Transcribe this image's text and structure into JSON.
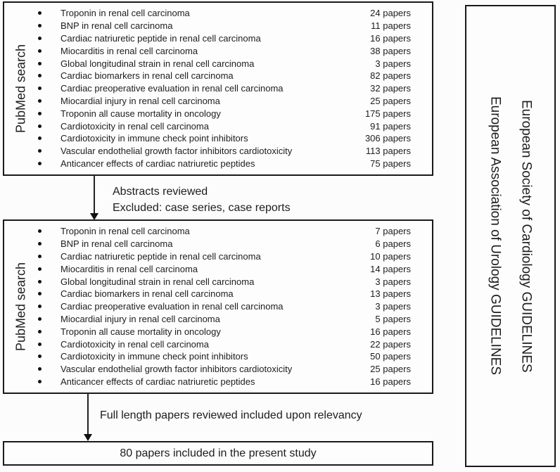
{
  "boxes": {
    "box1": {
      "side_label": "PubMed search",
      "items": [
        {
          "term": "Troponin in renal cell carcinoma",
          "count": "24 papers"
        },
        {
          "term": "BNP in renal cell carcinoma",
          "count": "11 papers"
        },
        {
          "term": "Cardiac natriuretic peptide in renal cell carcinoma",
          "count": "16 papers"
        },
        {
          "term": "Miocarditis in renal cell carcinoma",
          "count": "38 papers"
        },
        {
          "term": "Global longitudinal strain in renal cell carcinoma",
          "count": "3 papers"
        },
        {
          "term": "Cardiac biomarkers in renal cell carcinoma",
          "count": "82 papers"
        },
        {
          "term": "Cardiac preoperative evaluation in renal cell carcinoma",
          "count": "32 papers"
        },
        {
          "term": "Miocardial injury in renal cell carcinoma",
          "count": "25 papers"
        },
        {
          "term": "Troponin all cause mortality in oncology",
          "count": "175 papers"
        },
        {
          "term": "Cardiotoxicity in renal cell carcinoma",
          "count": "91 papers"
        },
        {
          "term": "Cardiotoxicity in immune check point inhibitors",
          "count": "306 papers"
        },
        {
          "term": "Vascular endothelial growth factor inhibitors cardiotoxicity",
          "count": "113 papers"
        },
        {
          "term": "Anticancer effects of cardiac natriuretic peptides",
          "count": "75 papers"
        }
      ]
    },
    "box2": {
      "side_label": "PubMed search",
      "items": [
        {
          "term": "Troponin in renal cell carcinoma",
          "count": "7 papers"
        },
        {
          "term": "BNP in renal cell carcinoma",
          "count": "6 papers"
        },
        {
          "term": "Cardiac natriuretic peptide in renal cell carcinoma",
          "count": "10 papers"
        },
        {
          "term": "Miocarditis in renal cell carcinoma",
          "count": "14 papers"
        },
        {
          "term": "Global longitudinal strain in renal cell carcinoma",
          "count": "3 papers"
        },
        {
          "term": "Cardiac biomarkers in renal cell carcinoma",
          "count": "13 papers"
        },
        {
          "term": "Cardiac preoperative evaluation in renal cell carcinoma",
          "count": "3 papers"
        },
        {
          "term": "Miocardial injury in renal cell carcinoma",
          "count": "5 papers"
        },
        {
          "term": "Troponin all cause mortality in oncology",
          "count": "16 papers"
        },
        {
          "term": "Cardiotoxicity in renal cell carcinoma",
          "count": "22 papers"
        },
        {
          "term": "Cardiotoxicity in immune check point inhibitors",
          "count": "50 papers"
        },
        {
          "term": "Vascular endothelial growth factor inhibitors cardiotoxicity",
          "count": "25 papers"
        },
        {
          "term": "Anticancer effects of cardiac natriuretic peptides",
          "count": "16 papers"
        }
      ]
    },
    "result": {
      "text": "80 papers included in the present study"
    }
  },
  "arrows": {
    "first": {
      "line1": "Abstracts reviewed",
      "line2": "Excluded: case series, case reports"
    },
    "second": {
      "label": "Full length papers reviewed included upon relevancy"
    }
  },
  "sidebar": {
    "line1": "European Society of Cardiology GUIDELINES",
    "line2": "European Association of Urology GUIDELINES"
  },
  "colors": {
    "border": "#1a1a1a",
    "background": "#fcfcfc",
    "text": "#1d1d1d"
  }
}
